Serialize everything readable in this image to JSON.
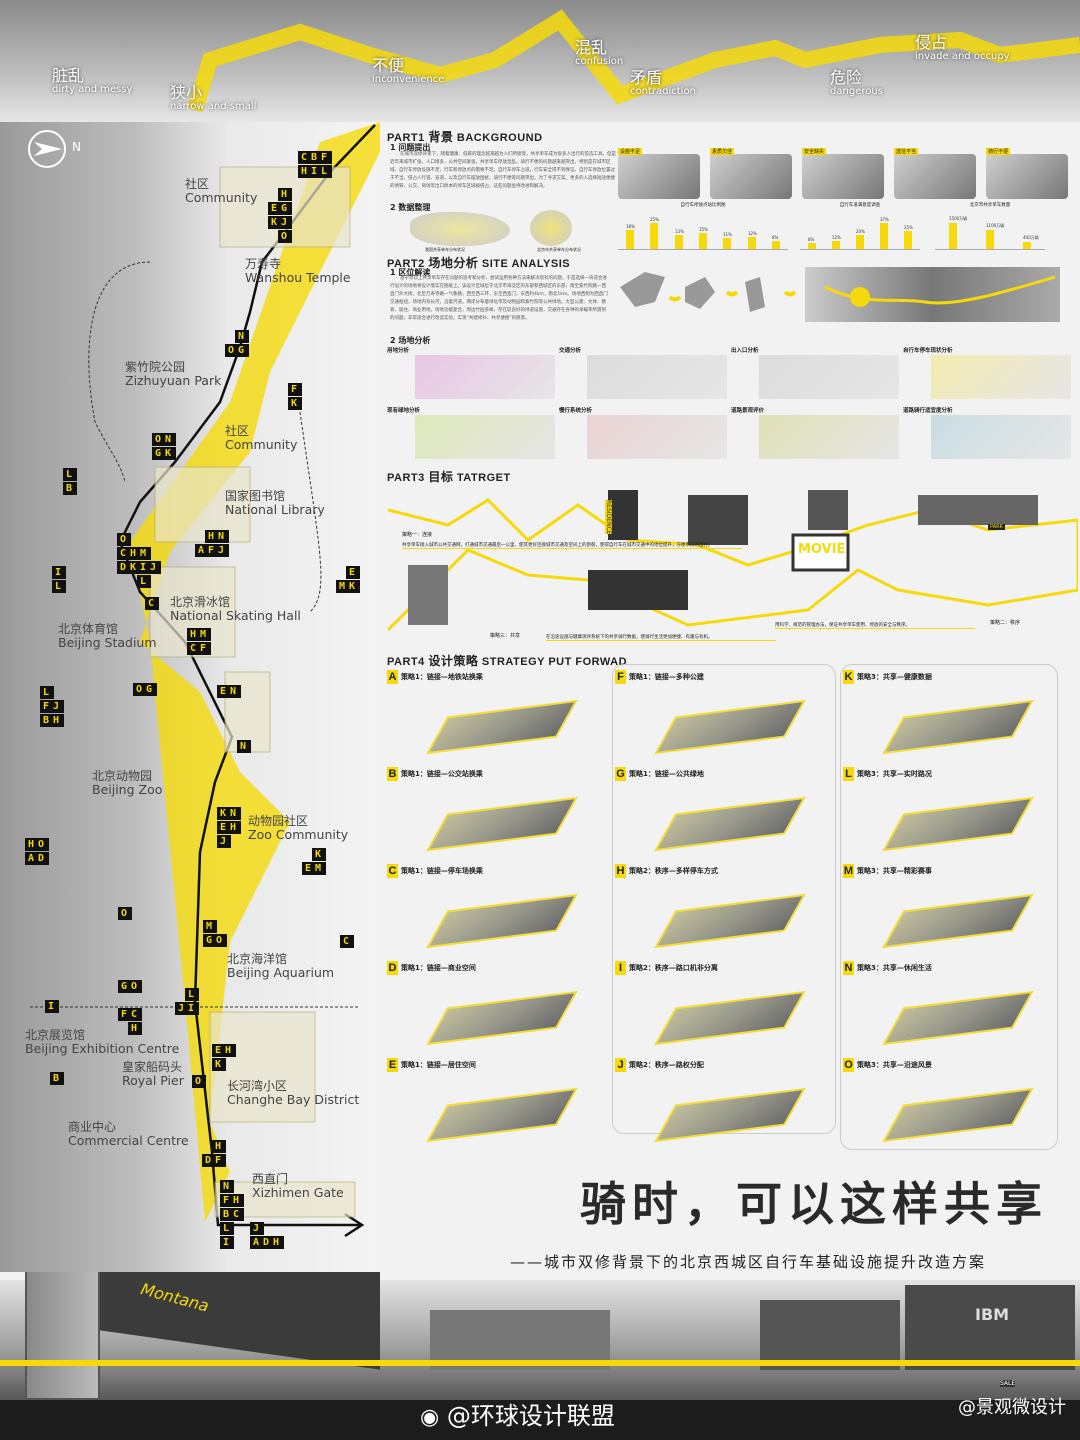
{
  "banner": {
    "words": [
      {
        "cn": "脏乱",
        "en": "dirty and messy"
      },
      {
        "cn": "狭小",
        "en": "narrow and small"
      },
      {
        "cn": "不便",
        "en": "inconvenience"
      },
      {
        "cn": "混乱",
        "en": "confusion"
      },
      {
        "cn": "矛盾",
        "en": "contradiction"
      },
      {
        "cn": "危险",
        "en": "dangerous"
      },
      {
        "cn": "侵占",
        "en": "invade and occupy"
      }
    ]
  },
  "map": {
    "north_label": "N",
    "places": [
      {
        "cn": "社区",
        "en": "Community"
      },
      {
        "cn": "万寿寺",
        "en": "Wanshou Temple"
      },
      {
        "cn": "紫竹院公园",
        "en": "Zizhuyuan Park"
      },
      {
        "cn": "社区",
        "en": "Community"
      },
      {
        "cn": "国家图书馆",
        "en": "National Library"
      },
      {
        "cn": "北京滑冰馆",
        "en": "National Skating Hall"
      },
      {
        "cn": "北京体育馆",
        "en": "Beijing Stadium"
      },
      {
        "cn": "北京动物园",
        "en": "Beijing Zoo"
      },
      {
        "cn": "动物园社区",
        "en": "Zoo Community"
      },
      {
        "cn": "北京海洋馆",
        "en": "Beijing Aquarium"
      },
      {
        "cn": "北京展览馆",
        "en": "Beijing Exhibition Centre"
      },
      {
        "cn": "皇家船码头",
        "en": "Royal Pier"
      },
      {
        "cn": "长河湾小区",
        "en": "Changhe Bay District"
      },
      {
        "cn": "商业中心",
        "en": "Commercial Centre"
      },
      {
        "cn": "西直门",
        "en": "Xizhimen Gate"
      }
    ],
    "badges": [
      [
        "CBF",
        "HIL"
      ],
      [
        " H",
        "EG",
        "KJ",
        " O"
      ],
      [
        " N",
        "OG"
      ],
      [
        "F",
        "K"
      ],
      [
        "ON",
        "GK"
      ],
      [
        "L",
        "B"
      ],
      [
        "O",
        "CHM",
        "DKIJ",
        "  L"
      ],
      [
        " HN",
        "AFJ"
      ],
      [
        "I",
        "L"
      ],
      [
        "C"
      ],
      [
        " E",
        "MK"
      ],
      [
        "HM",
        "CF"
      ],
      [
        "L",
        "FJ",
        "BH"
      ],
      [
        "OG"
      ],
      [
        "EN"
      ],
      [
        "N"
      ],
      [
        "KN",
        "EH",
        "J"
      ],
      [
        " K",
        "EM"
      ],
      [
        "HO",
        "AD"
      ],
      [
        "O"
      ],
      [
        "M",
        "GO"
      ],
      [
        "C"
      ],
      [
        "GO"
      ],
      [
        " L",
        "JI"
      ],
      [
        "I"
      ],
      [
        "FC",
        " H"
      ],
      [
        "EH",
        "K"
      ],
      [
        "B"
      ],
      [
        "O"
      ],
      [
        " H",
        "DF"
      ],
      [
        "N",
        "FH",
        "BC"
      ],
      [
        "L",
        "I"
      ],
      [
        "J",
        "ADH"
      ]
    ]
  },
  "part1": {
    "heading_en": "PART1",
    "heading_cn": "背景",
    "heading_sub": "BACKGROUND",
    "s1": "1 问题提出",
    "s1_text": "在城市双修背景下，随着健康、低碳的理念越来越为人们所接受，共享单车成为很多人出行的首选工具。但是近年来城市扩张，人口增多，公共空间紧张，共享单车停放混乱。骑行不便的问题越来越突出。特别是在城市区域，自行车停放设施不足，行车和停放点的需要不足，自行车停车占道，行车安全得不到保证，自行车停放位置过于不当，侵占人行道、盲道，以及自行车摆放困扰，骑行不便等问题突出。为了寻求方案，更多的人选择短途便捷的地铁、公交、商场等出口原本的停车区域被侵占，这些问题亟待改进和解决。",
    "s2": "2 数据整理",
    "map_captions": [
      "我国共享单车分布状况",
      "北京市共享单车分布状况"
    ],
    "photo_labels": [
      "设施不足",
      "素质欠佳",
      "安全缺失",
      "选址不当",
      "骑行不便"
    ],
    "charts": [
      {
        "title": "自行车停放点站比例图",
        "values": [
          18,
          25,
          13,
          15,
          11,
          12,
          8
        ],
        "unit": "%"
      },
      {
        "title": "自行车道满意度调查",
        "values": [
          8,
          12,
          20,
          37,
          25
        ],
        "unit": "%"
      },
      {
        "title": "北京市共享单车数量",
        "values": [
          1500,
          1100,
          400
        ],
        "unit": "万辆"
      }
    ]
  },
  "part2": {
    "heading_en": "PART2",
    "heading_cn": "场地分析",
    "heading_sub": "SITE ANALYSIS",
    "s1": "1 区位解读",
    "s1_text": "基于对以上共享单车存在问题的思考和分析，尝试运用各种方法来解决现有的问题，于是选择一块适合进行设计的场地将设计落实在图纸上。该设计区域位于北京市海淀区的东部和西城区的东部，南至紫竹院路—西直门外大街，北至万寿寺路—气象路，西至西三环，东至西直门，东西约4km，南北1km。场地西侧为西直门交通枢纽，场地内有长河，沿着河道，两岸分布着绿化带及动物园和紫竹院等公共绿地。大型公建、文体、教育、居住、商业用地，场地功能复合，周边竹园多样，存在较良好的绿道设施，交通存在各种的承载率所遇到的问题，非常适合进行改造实验。实现“共建修补、共享便捷”的愿景。",
    "s2": "2 场地分析",
    "analyses": [
      "用地分析",
      "交通分析",
      "出入口分析",
      "自行车停车现状分析",
      "现有绿地分析",
      "慢行系统分析",
      "道路景观评价",
      "道路骑行适宜度分析"
    ]
  },
  "part3": {
    "heading_en": "PART3",
    "heading_cn": "目标",
    "heading_sub": "TATRGET",
    "strategy1": "策略一：连接",
    "strategy2": "策略二：秩序",
    "strategy3": "策略三：共享",
    "caption1": "共享单车接入城市公共交通网，打通城市交通最后一公里，使其更好连接城市交通及空间上的割裂，使得自行车在城市交通中的地位提升，方便市民的出行。",
    "caption2": "用科学、规范的管理办法，保证共享单车使用、停放的安全与秩序。",
    "caption3": "在沿途设施与健康测评系统下的共享骑行数据，使骑行生活更加便捷、有趣与有机。",
    "signs": [
      "RESIDENCE",
      "MOVIE",
      "PARK"
    ]
  },
  "part4": {
    "heading_en": "PART4",
    "heading_cn": "设计策略",
    "heading_sub": "STRATEGY PUT FORWAD",
    "strategies": [
      {
        "letter": "A",
        "title": "策略1：链接—地铁站换乘"
      },
      {
        "letter": "B",
        "title": "策略1：链接—公交站换乘"
      },
      {
        "letter": "C",
        "title": "策略1：链接—停车场换乘"
      },
      {
        "letter": "D",
        "title": "策略1：链接—商业空间"
      },
      {
        "letter": "E",
        "title": "策略1：链接—居住空间"
      },
      {
        "letter": "F",
        "title": "策略1：链接—多种公建"
      },
      {
        "letter": "G",
        "title": "策略1：链接—公共绿地"
      },
      {
        "letter": "H",
        "title": "策略2：秩序—多样停车方式"
      },
      {
        "letter": "I",
        "title": "策略2：秩序—路口机非分离"
      },
      {
        "letter": "J",
        "title": "策略2：秩序—路权分配"
      },
      {
        "letter": "K",
        "title": "策略3：共享—健康数据"
      },
      {
        "letter": "L",
        "title": "策略3：共享—实时路况"
      },
      {
        "letter": "M",
        "title": "策略3：共享—精彩赛事"
      },
      {
        "letter": "N",
        "title": "策略3：共享—休闲生活"
      },
      {
        "letter": "O",
        "title": "策略3：共享—沿途风景"
      }
    ]
  },
  "title": {
    "main": "骑时，可以这样共享",
    "sub": "——城市双修背景下的北京西城区自行车基础设施提升改造方案"
  },
  "street": {
    "signs": [
      "Montana",
      "IBM",
      "SALE"
    ]
  },
  "watermarks": {
    "left": "@环球设计联盟",
    "right": "@景观微设计"
  },
  "colors": {
    "accent": "#f5d90a",
    "dark": "#1c1c1c"
  }
}
